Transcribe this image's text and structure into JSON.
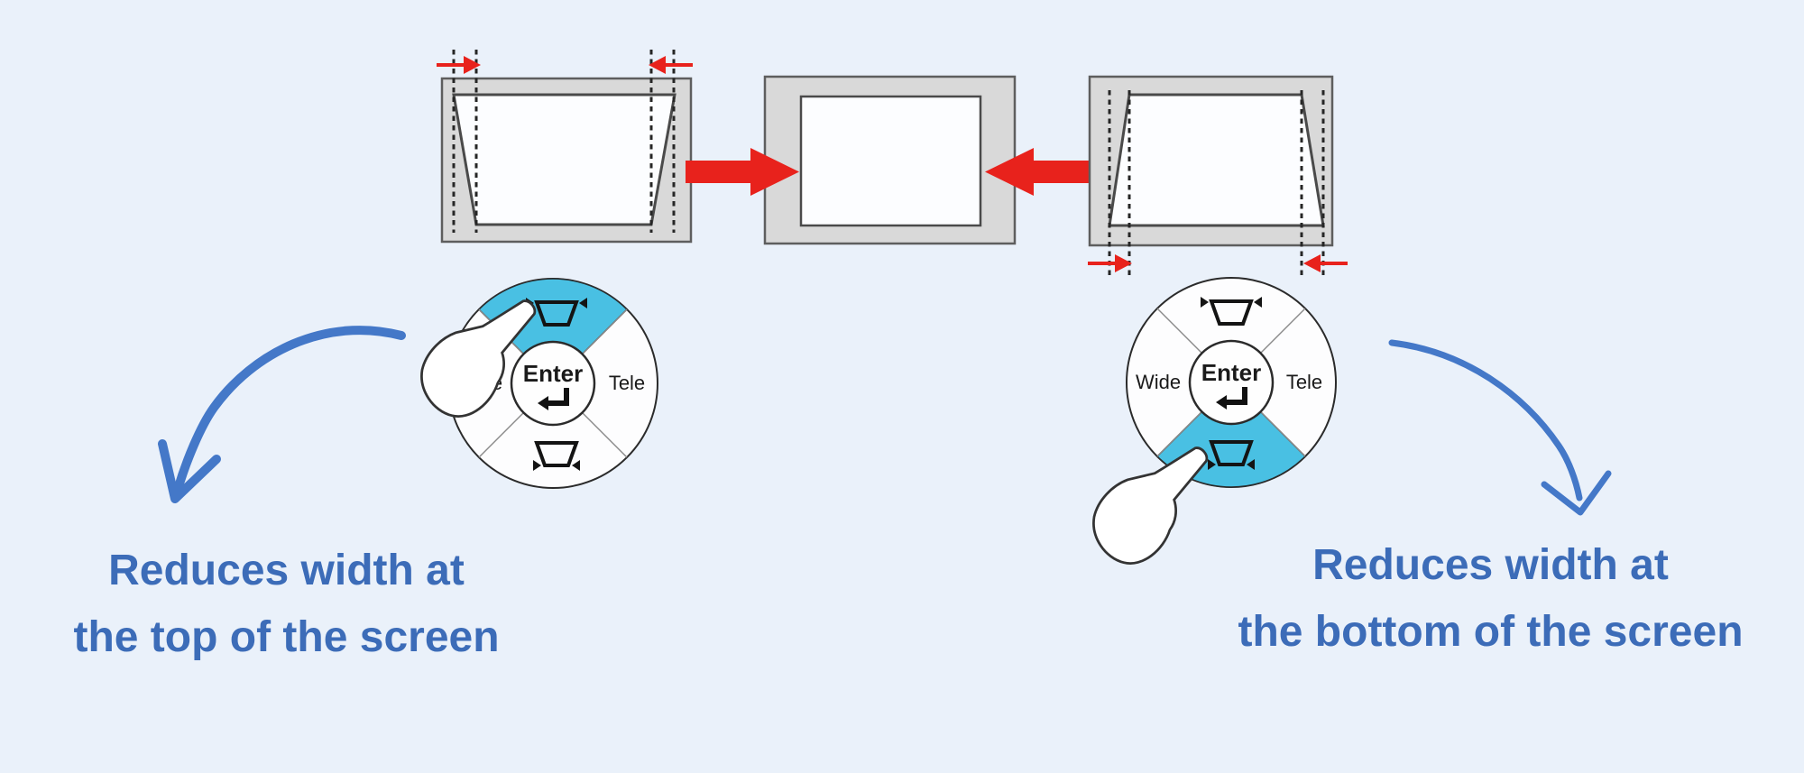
{
  "colors": {
    "background": "#eaf1fa",
    "pad_highlight_blue": "#49c0e3",
    "annotation_arrow_blue": "#4478c8",
    "caption_text_blue": "#3c6cb8",
    "arrow_red": "#e8221c",
    "screen_frame_gray": "#d9d9d9",
    "line_dark": "#2b2b2b"
  },
  "control_pad": {
    "enter_label": "Enter",
    "wide_label": "Wide",
    "tele_label": "Tele",
    "left_pad_highlight": "top keystone button",
    "right_pad_highlight": "bottom keystone button"
  },
  "captions": {
    "left": {
      "line1": "Reduces width at",
      "line2": "the top of the screen"
    },
    "right": {
      "line1": "Reduces width at",
      "line2": "the bottom of the screen"
    }
  },
  "icons": {
    "keystone_top": "trapezoid with inward arrow marks at top corners",
    "keystone_bottom": "trapezoid with inward arrow marks at bottom corners",
    "enter_return": "↵",
    "pointing_hand": "hand with extended index finger",
    "red_inward_arrow": "small red arrow pointing inward",
    "big_red_arrow": "solid red arrow pointing at corrected screen",
    "curved_blue_arrow": "hand-drawn curved arrow to caption"
  }
}
